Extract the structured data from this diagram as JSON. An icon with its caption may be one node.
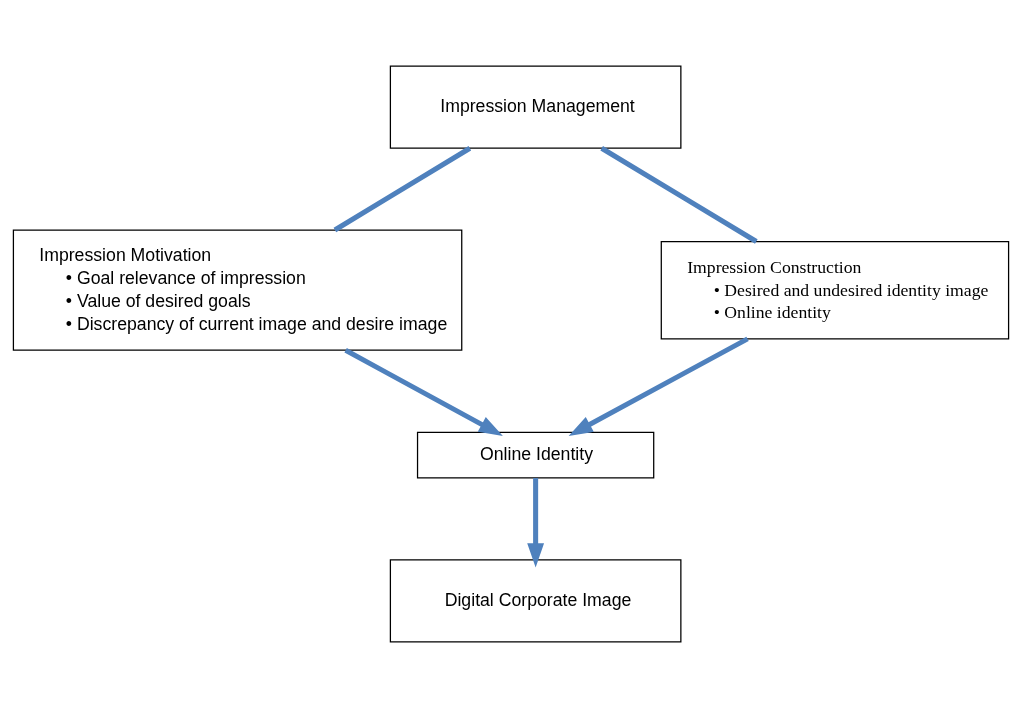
{
  "diagram": {
    "nodes": [
      {
        "text": [
          "Impression Management"
        ]
      },
      {
        "text": [
          "Impression Motivation",
          "• Goal relevance of impression",
          "• Value of desired goals",
          "• Discrepancy of current image and desire image"
        ]
      },
      {
        "text": [
          "Impression Construction",
          "• Desired and undesired identity image",
          "• Online identity"
        ]
      },
      {
        "text": [
          "Online Identity"
        ]
      },
      {
        "text": [
          "Digital Corporate Image"
        ]
      }
    ],
    "edges": [
      {
        "from": 0,
        "to": 1,
        "arrow": "none"
      },
      {
        "from": 0,
        "to": 2,
        "arrow": "none"
      },
      {
        "from": 1,
        "to": 3,
        "arrow": "to"
      },
      {
        "from": 2,
        "to": 3,
        "arrow": "to"
      },
      {
        "from": 3,
        "to": 4,
        "arrow": "to"
      }
    ]
  }
}
